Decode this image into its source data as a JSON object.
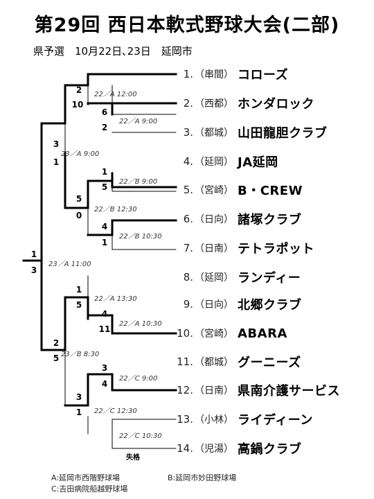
{
  "title": "第29回 西日本軟式野球大会(二部)",
  "subtitle": "県予選　10月22日､23日　延岡市",
  "teams": [
    {
      "num": "1.",
      "loc": "（串間）",
      "name": "コローズ"
    },
    {
      "num": "2.",
      "loc": "（西都）",
      "name": "ホンダロック"
    },
    {
      "num": "3.",
      "loc": "（都城）",
      "name": "山田龍胆クラブ"
    },
    {
      "num": "4.",
      "loc": "（延岡）",
      "name": "JA延岡"
    },
    {
      "num": "5.",
      "loc": "（宮崎）",
      "name": "B・CREW"
    },
    {
      "num": "6.",
      "loc": "（日向）",
      "name": "諸塚クラブ"
    },
    {
      "num": "7.",
      "loc": "（日南）",
      "name": "テトラポット"
    },
    {
      "num": "8.",
      "loc": "（延岡）",
      "name": "ランディー"
    },
    {
      "num": "9.",
      "loc": "（日向）",
      "name": "北郷クラブ"
    },
    {
      "num": "10.",
      "loc": "（宮崎）",
      "name": "ABARA"
    },
    {
      "num": "11.",
      "loc": "（都城）",
      "name": "グーニーズ"
    },
    {
      "num": "12.",
      "loc": "（日南）",
      "name": "県南介護サービス"
    },
    {
      "num": "13.",
      "loc": "（小林）",
      "name": "ライディーン"
    },
    {
      "num": "14.",
      "loc": "（児湯）",
      "name": "高鍋クラブ"
    }
  ],
  "matches": {
    "m1": {
      "label": "22／A 9:00",
      "top": "6",
      "bottom": "2"
    },
    "m2": {
      "label": "22／B 9:00",
      "top": "1",
      "bottom": "5"
    },
    "m3": {
      "label": "22／B 10:30",
      "top": "4",
      "bottom": "1"
    },
    "m4": {
      "label": "22／A 10:30",
      "top": "4",
      "bottom": "11"
    },
    "m5": {
      "label": "22／C 9:00",
      "top": "3",
      "bottom": "4"
    },
    "m6": {
      "label": "22／C 10:30",
      "note": "失格"
    },
    "q1": {
      "label": "22／A 12:00",
      "top": "2",
      "bottom": "10"
    },
    "q2": {
      "label": "22／B 12:30",
      "top": "5",
      "bottom": "0"
    },
    "q3": {
      "label": "22／A 13:30",
      "top": "1",
      "bottom": "5"
    },
    "q4": {
      "label": "22／C 12:30",
      "top": "3",
      "bottom": "1"
    },
    "s1": {
      "label": "23／A 9:00",
      "top": "3",
      "bottom": "1"
    },
    "s2": {
      "label": "23／B 8:30",
      "top": "2",
      "bottom": "5"
    },
    "f": {
      "label": "23／A 11:00",
      "top": "1",
      "bottom": "3"
    }
  },
  "legend": {
    "a": "A:延岡市西階野球場",
    "b": "B:延岡市妙田野球場",
    "c": "C:吉田病院船越野球場"
  }
}
